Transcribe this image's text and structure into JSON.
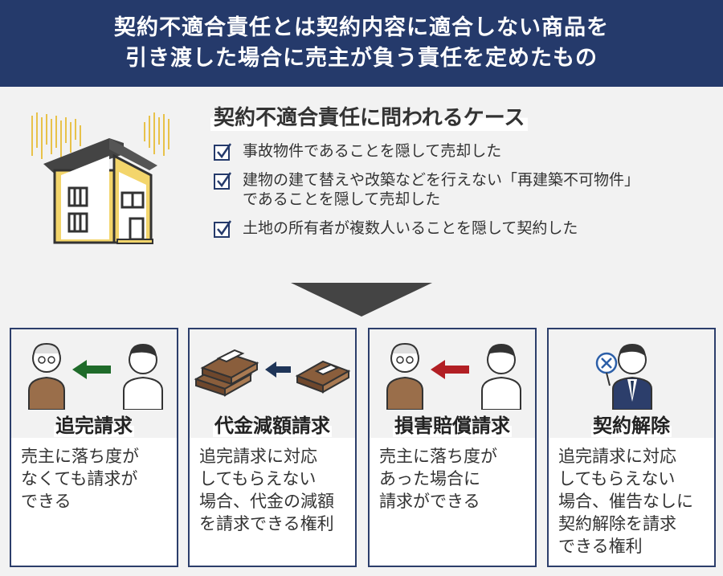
{
  "header": {
    "line1": "契約不適合責任とは契約内容に適合しない商品を",
    "line2": "引き渡した場合に売主が負う責任を定めたもの"
  },
  "cases": {
    "title": "契約不適合責任に問われるケース",
    "items": [
      {
        "line1": "事故物件であることを隠して売却した"
      },
      {
        "line1": "建物の建て替えや改築などを行えない「再建築不可物件」",
        "line2": "であることを隠して売却した"
      },
      {
        "line1": "土地の所有者が複数人いることを隠して契約した"
      }
    ]
  },
  "remedies": [
    {
      "title": "追完請求",
      "desc": [
        "売主に落ち度が",
        "なくても請求が",
        "できる"
      ]
    },
    {
      "title": "代金減額請求",
      "desc": [
        "追完請求に対応",
        "してもらえない",
        "場合、代金の減額",
        "を請求できる権利"
      ]
    },
    {
      "title": "損害賠償請求",
      "desc": [
        "売主に落ち度が",
        "あった場合に",
        "請求ができる"
      ]
    },
    {
      "title": "契約解除",
      "desc": [
        "追完請求に対応",
        "してもらえない",
        "場合、催告なしに",
        "契約解除を請求",
        "できる権利"
      ]
    }
  ],
  "colors": {
    "header_bg": "#253a6b",
    "box_border": "#2c3e6b",
    "arrow_green": "#1f6b2a",
    "arrow_navy": "#1f3558",
    "arrow_red": "#b21f24",
    "house_yellow": "#f3d56b"
  }
}
